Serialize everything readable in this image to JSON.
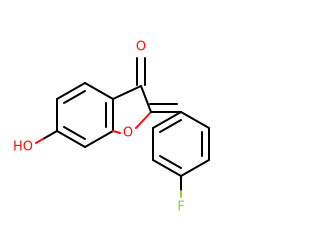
{
  "molecule": {
    "atoms": {
      "carbonyl_oxygen": "O",
      "ring_oxygen": "O",
      "hydroxyl": "HO",
      "fluorine": "F"
    },
    "colors": {
      "carbon_bond": "#000000",
      "oxygen": "#ff0d0d",
      "fluorine": "#9acd32",
      "background": "#ffffff"
    }
  }
}
